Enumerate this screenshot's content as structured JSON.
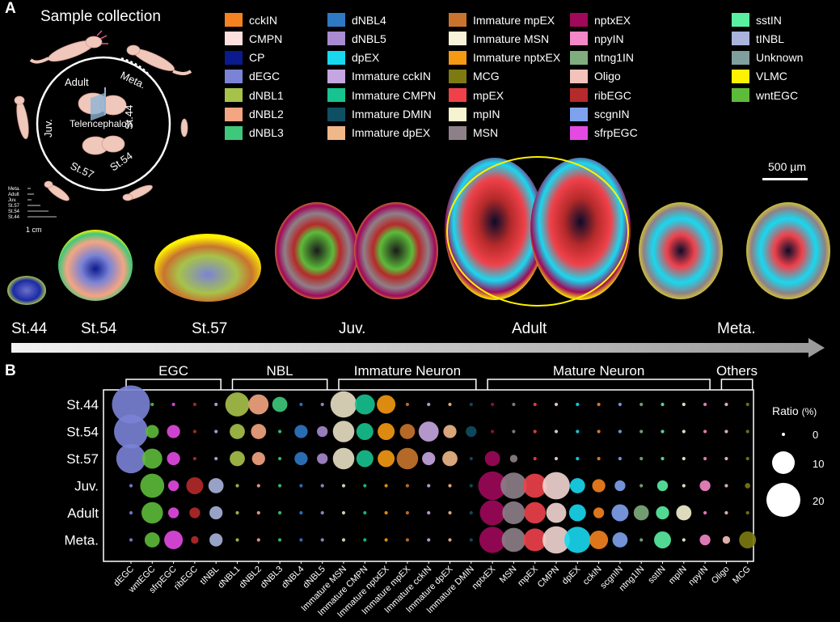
{
  "panel_a": {
    "letter": "A",
    "title": "Sample collection",
    "center_label": "Telencephalon",
    "ring_stages": [
      "Adult",
      "Meta.",
      "Juv.",
      "St.44",
      "St.57",
      "St.54"
    ],
    "mini_legend": [
      "Meta.",
      "Adult",
      "Juv.",
      "St.57",
      "St.54",
      "St.44"
    ],
    "scale_cm": "1 cm",
    "scale_um": "500 µm",
    "section_labels": [
      "St.44",
      "St.54",
      "St.57",
      "Juv.",
      "Adult",
      "Meta."
    ]
  },
  "legend": [
    {
      "label": "cckIN",
      "color": "#f58220"
    },
    {
      "label": "CMPN",
      "color": "#fde0dd"
    },
    {
      "label": "CP",
      "color": "#0b1a8c"
    },
    {
      "label": "dEGC",
      "color": "#7b83d6"
    },
    {
      "label": "dNBL1",
      "color": "#a7c24a"
    },
    {
      "label": "dNBL2",
      "color": "#f4a582"
    },
    {
      "label": "dNBL3",
      "color": "#3ec97a"
    },
    {
      "label": "dNBL4",
      "color": "#2f78c4"
    },
    {
      "label": "dNBL5",
      "color": "#a88bd0"
    },
    {
      "label": "dpEX",
      "color": "#18d8f0"
    },
    {
      "label": "Immature cckIN",
      "color": "#c6a6e0"
    },
    {
      "label": "Immature CMPN",
      "color": "#17c38f"
    },
    {
      "label": "Immature DMIN",
      "color": "#0f4f63"
    },
    {
      "label": "Immature dpEX",
      "color": "#f0b888"
    },
    {
      "label": "Immature mpEX",
      "color": "#c8742e"
    },
    {
      "label": "Immature MSN",
      "color": "#f8f2d8"
    },
    {
      "label": "Immature nptxEX",
      "color": "#f59a12"
    },
    {
      "label": "MCG",
      "color": "#7d7a12"
    },
    {
      "label": "mpEX",
      "color": "#f0414a"
    },
    {
      "label": "mpIN",
      "color": "#f5f3d0"
    },
    {
      "label": "MSN",
      "color": "#8e8088"
    },
    {
      "label": "nptxEX",
      "color": "#a0085a"
    },
    {
      "label": "npyIN",
      "color": "#f487c7"
    },
    {
      "label": "ntng1IN",
      "color": "#80ad7d"
    },
    {
      "label": "Oligo",
      "color": "#f2c3bb"
    },
    {
      "label": "ribEGC",
      "color": "#b52a2a"
    },
    {
      "label": "scgnIN",
      "color": "#7fa2ef"
    },
    {
      "label": "sfrpEGC",
      "color": "#e44ae3"
    },
    {
      "label": "sstIN",
      "color": "#5af0a2"
    },
    {
      "label": "tINBL",
      "color": "#a9b3db"
    },
    {
      "label": "Unknown",
      "color": "#7e9f9e"
    },
    {
      "label": "VLMC",
      "color": "#fff200"
    },
    {
      "label": "wntEGC",
      "color": "#5dbb3a"
    }
  ],
  "panel_b": {
    "letter": "B",
    "groups": [
      "EGC",
      "NBL",
      "Immature Neuron",
      "Mature Neuron",
      "Others"
    ],
    "size_legend_title": "Ratio",
    "size_legend_unit": "(%)",
    "size_legend_values": [
      "0",
      "10",
      "20"
    ]
  },
  "chart_data": {
    "type": "scatter",
    "rows": [
      "St.44",
      "St.54",
      "St.57",
      "Juv.",
      "Adult",
      "Meta."
    ],
    "columns": [
      "dEGC",
      "wntEGC",
      "sfrpEGC",
      "ribEGC",
      "tINBL",
      "dNBL1",
      "dNBL2",
      "dNBL3",
      "dNBL4",
      "dNBL5",
      "Immature MSN",
      "Immature CMPN",
      "Immature nptxEX",
      "Immature mpEX",
      "Immature cckIN",
      "Immature dpEX",
      "Immature DMIN",
      "nptxEX",
      "MSN",
      "mpEX",
      "CMPN",
      "dpEX",
      "cckIN",
      "scgnIN",
      "ntng1IN",
      "sstIN",
      "mpIN",
      "npyIN",
      "Oligo",
      "MCG"
    ],
    "column_colors": [
      "#7b83d6",
      "#5dbb3a",
      "#e44ae3",
      "#b52a2a",
      "#a9b3db",
      "#a7c24a",
      "#f4a582",
      "#3ec97a",
      "#2f78c4",
      "#a88bd0",
      "#e8e0c4",
      "#17c38f",
      "#f59a12",
      "#c8742e",
      "#c6a6e0",
      "#f0b888",
      "#0f4f63",
      "#a0085a",
      "#8e8088",
      "#f0414a",
      "#f2d6d2",
      "#18d8f0",
      "#f58220",
      "#7fa2ef",
      "#80ad7d",
      "#5af0a2",
      "#f5f3d0",
      "#f487c7",
      "#f2c3bb",
      "#7d7a12"
    ],
    "size_scale": "Ratio (%)",
    "values": [
      [
        25,
        0.2,
        0.2,
        0.2,
        0.2,
        10,
        7,
        4,
        0.2,
        0.2,
        12,
        7,
        6,
        0.2,
        0.2,
        0.2,
        0.2,
        0.2,
        0.2,
        0.2,
        0.2,
        0.2,
        0.2,
        0.2,
        0.2,
        0.2,
        0.2,
        0.2,
        0.2,
        0.2
      ],
      [
        20,
        3,
        3,
        0.2,
        0.2,
        4,
        4,
        0.2,
        3,
        2,
        8,
        5,
        5,
        4,
        7,
        3,
        2,
        0.2,
        0.2,
        0.2,
        0.2,
        0.2,
        0.2,
        0.2,
        0.2,
        0.2,
        0.2,
        0.2,
        0.2,
        0.2
      ],
      [
        15,
        7,
        3,
        0.2,
        0.2,
        4,
        3,
        0.2,
        3,
        2,
        8,
        5,
        5,
        8,
        3,
        4,
        0.2,
        4,
        1,
        0.2,
        0.2,
        0.2,
        0.2,
        0.2,
        0.2,
        0.2,
        0.2,
        0.2,
        0.2,
        0.2
      ],
      [
        0.2,
        10,
        2,
        5,
        4,
        0.2,
        0.2,
        0.2,
        0.2,
        0.2,
        0.2,
        0.2,
        0.2,
        0.2,
        0.2,
        0.2,
        0.2,
        14,
        12,
        10,
        13,
        4,
        3,
        2,
        0.2,
        2,
        0.2,
        2,
        0.2,
        0.5
      ],
      [
        0.2,
        8,
        2,
        2,
        3,
        0.2,
        0.2,
        0.2,
        0.2,
        0.2,
        0.2,
        0.2,
        0.2,
        0.2,
        0.2,
        0.2,
        0.2,
        11,
        9,
        8,
        7,
        5,
        2,
        5,
        4,
        3,
        4,
        0.2,
        0.2,
        0.2
      ],
      [
        0.2,
        4,
        6,
        1,
        3,
        0.2,
        0.2,
        0.2,
        0.2,
        0.2,
        0.2,
        0.2,
        0.2,
        0.2,
        0.2,
        0.2,
        0.2,
        12,
        10,
        9,
        13,
        12,
        6,
        4,
        0.2,
        5,
        0.2,
        2,
        1,
        5
      ]
    ]
  }
}
